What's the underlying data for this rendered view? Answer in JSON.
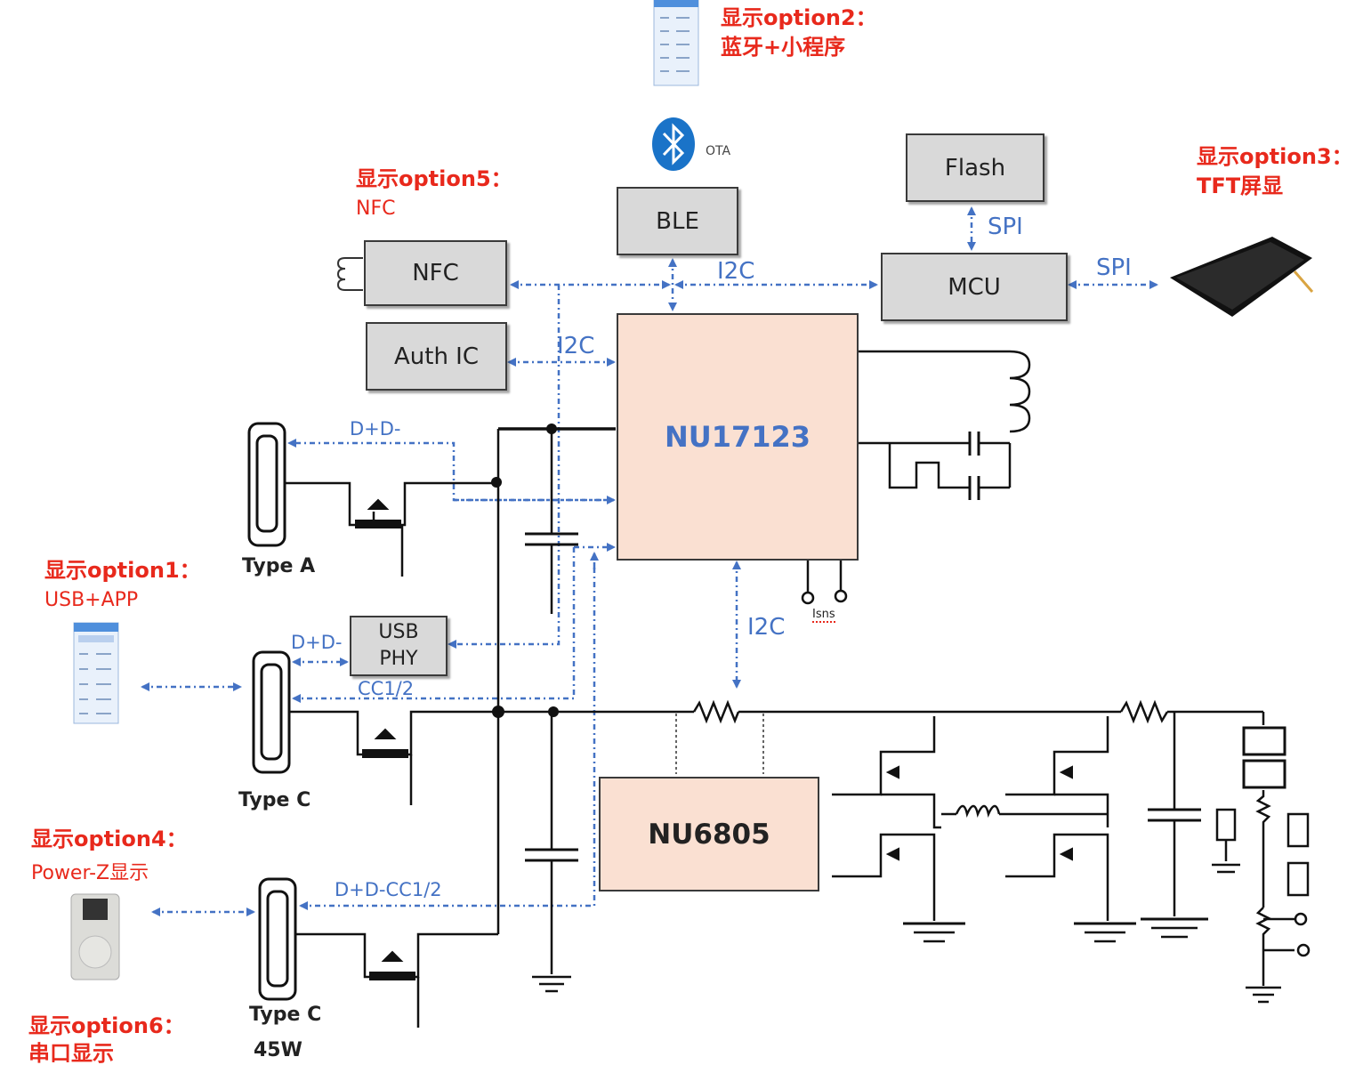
{
  "options": {
    "opt1_title": "显示option1：",
    "opt1_sub": "USB+APP",
    "opt2_title": "显示option2：",
    "opt2_sub": "蓝牙+小程序",
    "opt3_title": "显示option3：",
    "opt3_sub": "TFT屏显",
    "opt4_title": "显示option4：",
    "opt4_sub": "Power-Z显示",
    "opt5_title": "显示option5：",
    "opt5_sub": "NFC",
    "opt6_title": "显示option6：",
    "opt6_sub": "串口显示"
  },
  "blocks": {
    "flash": "Flash",
    "ble": "BLE",
    "mcu": "MCU",
    "nfc": "NFC",
    "auth": "Auth IC",
    "main_chip": "NU17123",
    "usb_phy_line1": "USB",
    "usb_phy_line2": "PHY",
    "power_chip": "NU6805"
  },
  "signals": {
    "spi_flash": "SPI",
    "spi_tft": "SPI",
    "i2c_top": "I2C",
    "i2c_auth": "I2C",
    "i2c_bottom": "I2C",
    "dpdm_typea": "D+D-",
    "dpdm_typec": "D+D-",
    "cc_typec": "CC1/2",
    "dpdm_cc_45w": "D+D-CC1/2",
    "ota": "OTA",
    "isns": "Isns"
  },
  "ports": {
    "type_a": "Type A",
    "type_c1": "Type C",
    "type_c2": "Type C",
    "type_c2_power": "45W"
  },
  "colors": {
    "signal_blue": "#4472c4",
    "option_red": "#e8291c",
    "chip_fill": "#fae0d2",
    "block_fill": "#d9d9d9",
    "bluetooth_blue": "#1a73c8"
  }
}
